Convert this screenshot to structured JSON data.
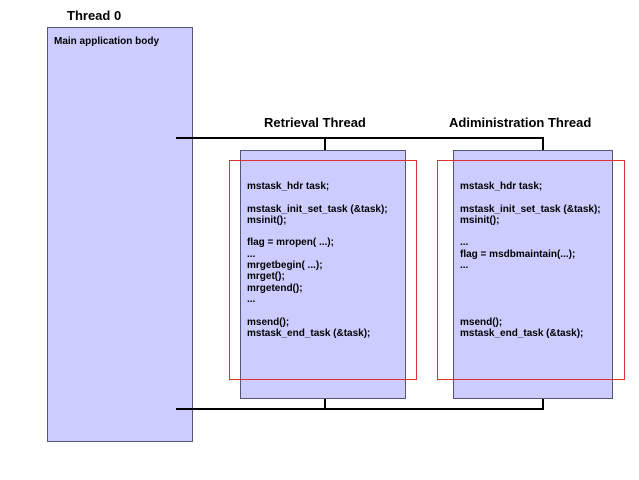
{
  "thread0": {
    "title": "Thread 0",
    "body_label": "Main application body"
  },
  "retrieval": {
    "title": "Retrieval Thread",
    "code": "mstask_hdr task;\n\nmstask_init_set_task (&task);\nmsinit();\n\nflag = mropen( ...);\n...\nmrgetbegin( ...);\nmrget();\nmrgetend();\n...\n\nmsend();\nmstask_end_task (&task);"
  },
  "administration": {
    "title": "Adiministration Thread",
    "code": "mstask_hdr task;\n\nmstask_init_set_task (&task);\nmsinit();\n\n...\nflag = msdbmaintain(...);\n...\n\n\n\n\nmsend();\nmstask_end_task (&task);"
  },
  "colors": {
    "box_fill": "#ccccff",
    "highlight_frame": "#e03030",
    "connector": "#000000"
  }
}
